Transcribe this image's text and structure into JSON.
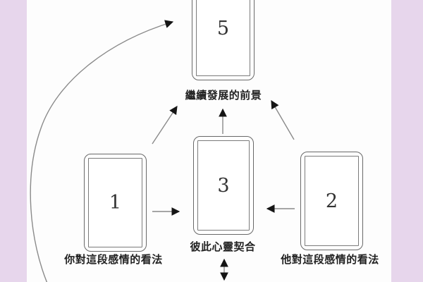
{
  "diagram": {
    "type": "tarot-card-spread",
    "cards": {
      "card5": {
        "number": "5",
        "label": "繼續發展的前景"
      },
      "card3": {
        "number": "3",
        "label": "彼此心靈契合"
      },
      "card1": {
        "number": "1",
        "label": "你對這段感情的看法"
      },
      "card2": {
        "number": "2",
        "label": "他對這段感情的看法"
      }
    },
    "connections": [
      {
        "from": "card1",
        "to": "card3",
        "style": "straight-arrow-right"
      },
      {
        "from": "card2",
        "to": "card3",
        "style": "straight-arrow-left"
      },
      {
        "from": "card3",
        "to": "card5",
        "style": "straight-arrow-up"
      },
      {
        "from": "card1",
        "to": "card5",
        "style": "diagonal-arrow-up-right"
      },
      {
        "from": "card2",
        "to": "card5",
        "style": "diagonal-arrow-up-left"
      },
      {
        "from": "card3-label",
        "to": "off-screen-bottom",
        "style": "double-headed-vertical-arrow"
      },
      {
        "from": "off-screen-bottom-left",
        "to": "card5",
        "style": "curved-arrow"
      }
    ],
    "colors": {
      "background": "#fdfdfd",
      "side_panel": "#e7d6ec",
      "card_border": "#686868",
      "arrow_line": "#8a8a8a",
      "arrow_head": "#151515",
      "label_text": "#222222"
    }
  }
}
